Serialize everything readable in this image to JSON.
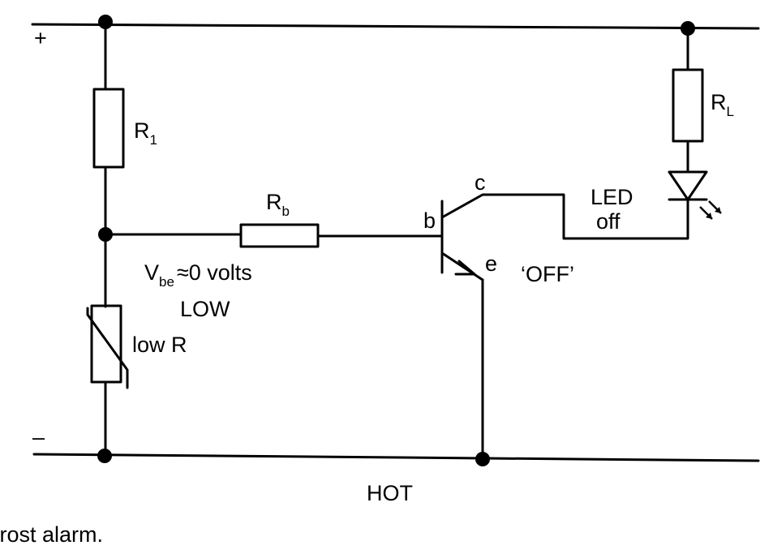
{
  "rails": {
    "positive": "+",
    "negative": "–"
  },
  "components": {
    "r1": {
      "letter": "R",
      "sub": "1"
    },
    "rl": {
      "letter": "R",
      "sub": "L"
    },
    "rb": {
      "letter": "R",
      "sub": "b"
    },
    "thermistor": "low R",
    "led": {
      "line1": "LED",
      "line2": "off"
    }
  },
  "transistor": {
    "base": "b",
    "collector": "c",
    "emitter": "e",
    "state": "‘OFF’"
  },
  "annotations": {
    "vbe_letter": "V",
    "vbe_sub": "be",
    "vbe_rest": "≈0 volts",
    "level": "LOW",
    "condition": "HOT"
  },
  "caption": "frost alarm."
}
